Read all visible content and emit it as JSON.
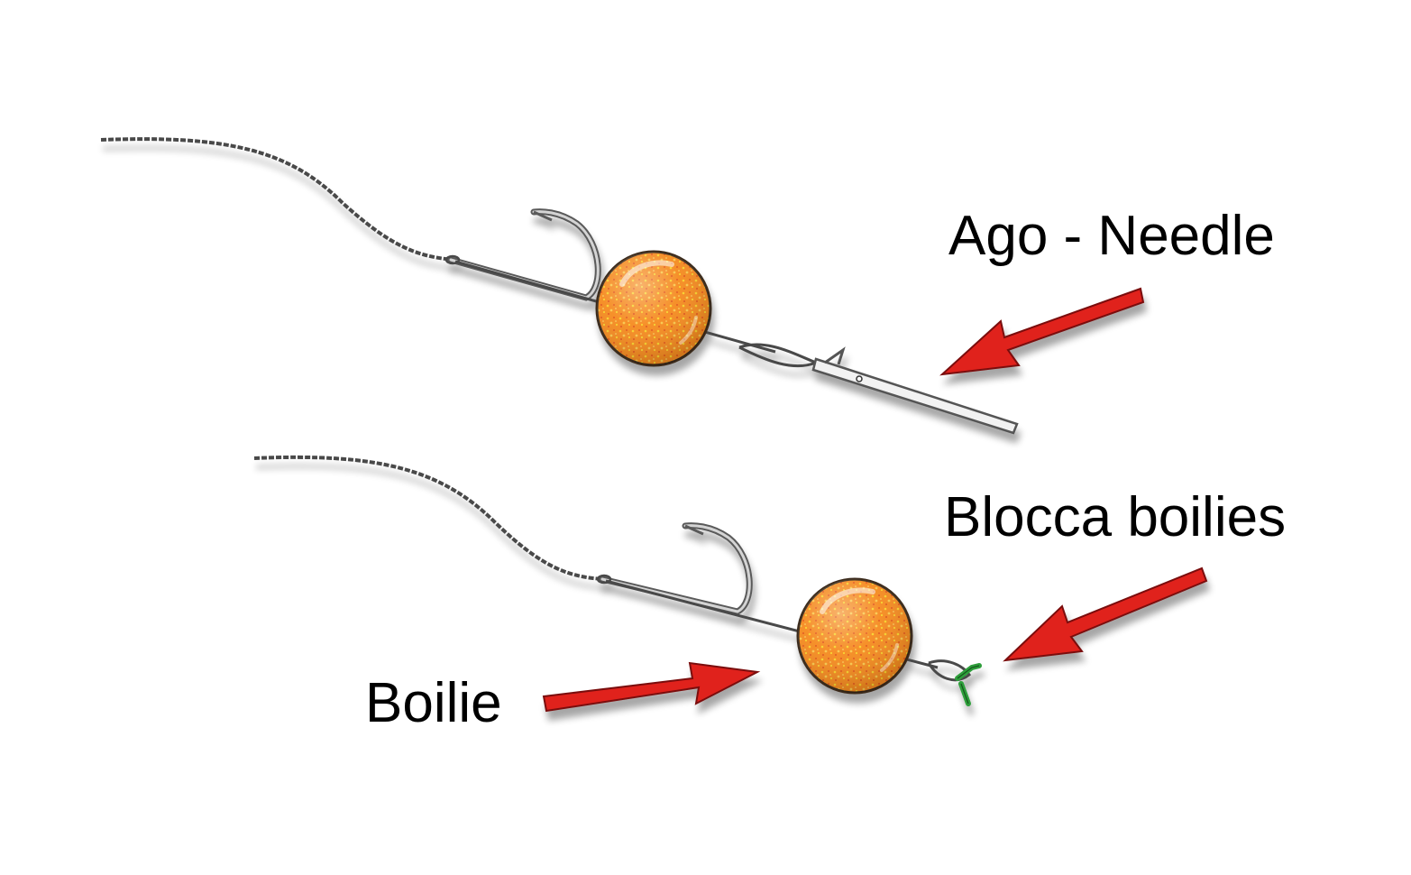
{
  "labels": {
    "needle": "Ago - Needle",
    "stop": "Blocca boilies",
    "boilie": "Boilie"
  },
  "colors": {
    "arrow": "#e0201c",
    "boilie": "#f58a1e",
    "boilie_speckle": "#f7d22a",
    "line": "#4a4a4a",
    "hook": "#9a9a9a",
    "stop": "#2e9e3a"
  },
  "icons": [
    "hook-icon",
    "boilie-icon",
    "baiting-needle-icon",
    "boilie-stop-icon",
    "arrow-icon"
  ]
}
